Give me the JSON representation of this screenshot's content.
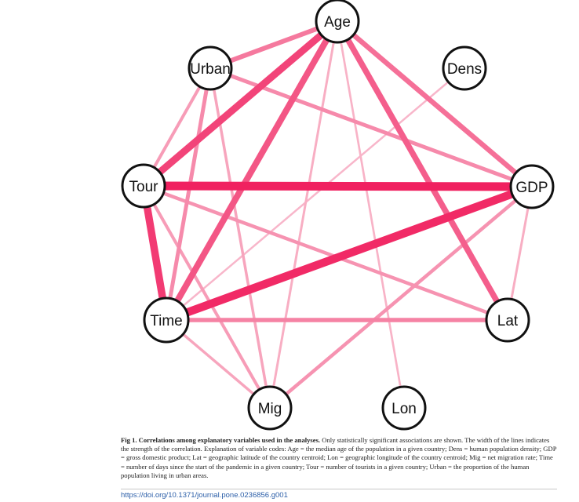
{
  "nodes": [
    {
      "id": "Age",
      "label": "Age"
    },
    {
      "id": "Urban",
      "label": "Urban"
    },
    {
      "id": "Dens",
      "label": "Dens"
    },
    {
      "id": "Tour",
      "label": "Tour"
    },
    {
      "id": "GDP",
      "label": "GDP"
    },
    {
      "id": "Time",
      "label": "Time"
    },
    {
      "id": "Lat",
      "label": "Lat"
    },
    {
      "id": "Mig",
      "label": "Mig"
    },
    {
      "id": "Lon",
      "label": "Lon"
    }
  ],
  "edges": [
    {
      "from": "Tour",
      "to": "GDP",
      "strength": 0.95
    },
    {
      "from": "Time",
      "to": "GDP",
      "strength": 0.9
    },
    {
      "from": "Tour",
      "to": "Time",
      "strength": 0.8
    },
    {
      "from": "Age",
      "to": "Tour",
      "strength": 0.75
    },
    {
      "from": "Age",
      "to": "Time",
      "strength": 0.65
    },
    {
      "from": "Age",
      "to": "Lat",
      "strength": 0.6
    },
    {
      "from": "Age",
      "to": "GDP",
      "strength": 0.5
    },
    {
      "from": "Age",
      "to": "Urban",
      "strength": 0.45
    },
    {
      "from": "Time",
      "to": "Lat",
      "strength": 0.4
    },
    {
      "from": "Urban",
      "to": "GDP",
      "strength": 0.35
    },
    {
      "from": "Urban",
      "to": "Time",
      "strength": 0.35
    },
    {
      "from": "Tour",
      "to": "Lat",
      "strength": 0.3
    },
    {
      "from": "GDP",
      "to": "Mig",
      "strength": 0.3
    },
    {
      "from": "Urban",
      "to": "Tour",
      "strength": 0.25
    },
    {
      "from": "Tour",
      "to": "Mig",
      "strength": 0.25
    },
    {
      "from": "Urban",
      "to": "Mig",
      "strength": 0.2
    },
    {
      "from": "Time",
      "to": "Mig",
      "strength": 0.2
    },
    {
      "from": "Age",
      "to": "Mig",
      "strength": 0.15
    },
    {
      "from": "GDP",
      "to": "Lat",
      "strength": 0.15
    },
    {
      "from": "Age",
      "to": "Lon",
      "strength": 0.12
    },
    {
      "from": "Dens",
      "to": "Time",
      "strength": 0.1
    }
  ],
  "colors": {
    "strong_edge": "#f0185a",
    "weak_edge": "#f9c8d6"
  },
  "caption": {
    "label": "Fig 1. Correlations among explanatory variables used in the analyses.",
    "text": "Only statistically significant associations are shown. The width of the lines indicates the strength of the correlation. Explanation of variable codes: Age = the median age of the population in a given country; Dens = human population density; GDP = gross domestic product; Lat = geographic latitude of the country centroid; Lon = geographic longitude of the country centroid; Mig = net migration rate; Time = number of days since the start of the pandemic in a given country; Tour = number of tourists in a given country; Urban = the proportion of the human population living in urban areas."
  },
  "doi": "https://doi.org/10.1371/journal.pone.0236856.g001"
}
